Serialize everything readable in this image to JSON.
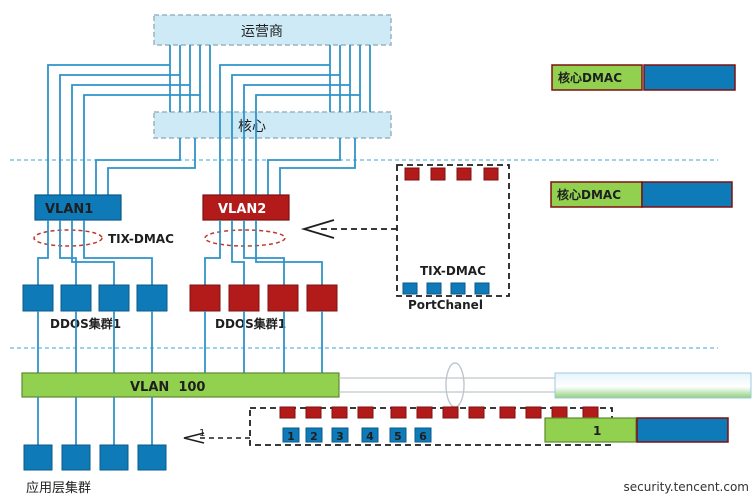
{
  "labels": {
    "isp": "运营商",
    "core": "核心",
    "vlan1": "VLAN1",
    "vlan2": "VLAN2",
    "tix_dmac_left": "TIX-DMAC",
    "tix_dmac_right": "TIX-DMAC",
    "port_channel": "PortChanel",
    "ddos_cluster_left": "DDOS集群1",
    "ddos_cluster_right": "DDOS集群1",
    "vlan100": "VLAN  100",
    "app_cluster": "应用层集群",
    "core_dmac_1": "核心DMAC",
    "core_dmac_2": "核心DMAC",
    "arrow_num": "1",
    "legend_num": "1",
    "watermark": "security.tencent.com"
  },
  "port_numbers": [
    "1",
    "2",
    "3",
    "4",
    "5",
    "6"
  ],
  "colors": {
    "blue": "#0E7AB8",
    "red": "#B31B1B",
    "green": "#92D050",
    "light_blue": "#CFEAF7",
    "line": "#2F93C9",
    "dark": "#1F1F1F"
  }
}
